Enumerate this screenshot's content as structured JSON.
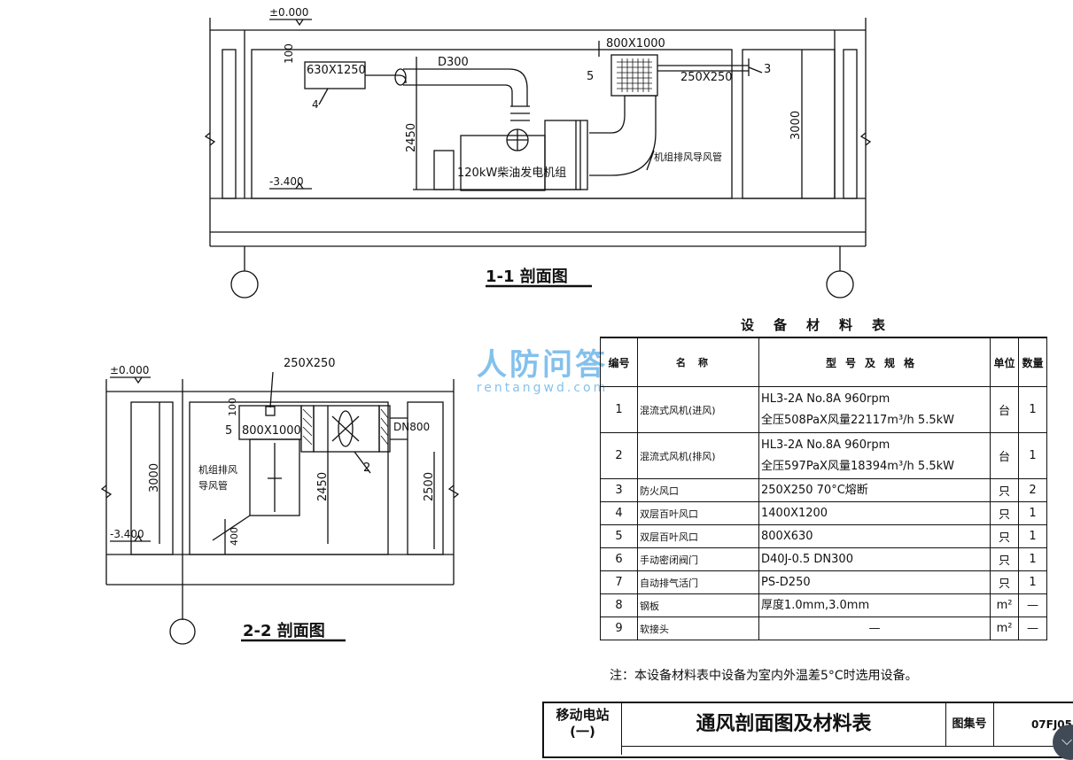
{
  "section_1": {
    "title": "1-1 剖面图",
    "level_top": "±0.000",
    "level_bottom": "-3.400",
    "dim_top": "100",
    "dim_height": "2450",
    "dim_room": "3000",
    "duct_630": "630X1250",
    "pipe_d300": "D300",
    "duct_800": "800X1000",
    "duct_250": "250X250",
    "callout_3": "3",
    "callout_4": "4",
    "callout_5": "5",
    "generator": "120kW柴油发电机组",
    "exhaust_note": "机组排风导风管"
  },
  "section_2": {
    "title": "2-2 剖面图",
    "level_top": "±0.000",
    "level_bottom": "-3.400",
    "duct_250": "250X250",
    "duct_800": "800X1000",
    "dn800": "DN800",
    "callout_2": "2",
    "callout_5": "5",
    "dim_100": "100",
    "dim_3000": "3000",
    "dim_2450": "2450",
    "dim_2500": "2500",
    "dim_400": "400",
    "exhaust_note_1": "机组排风",
    "exhaust_note_2": "导风管"
  },
  "watermark": {
    "main": "人防问答",
    "sub": "rentangwd.com"
  },
  "table": {
    "title": "设备材料表",
    "headers": {
      "no": "编号",
      "name": "名称",
      "spec": "型号及规格",
      "unit": "单位",
      "qty": "数量"
    },
    "rows": [
      {
        "no": "1",
        "name": "混流式风机(进风)",
        "spec_line1": "HL3-2A No.8A        960rpm",
        "spec_line2": "全压508PaX风量22117m³/h      5.5kW",
        "unit": "台",
        "qty": "1"
      },
      {
        "no": "2",
        "name": "混流式风机(排风)",
        "spec_line1": "HL3-2A No.8A        960rpm",
        "spec_line2": "全压597PaX风量18394m³/h      5.5kW",
        "unit": "台",
        "qty": "1"
      },
      {
        "no": "3",
        "name": "防火风口",
        "spec_line1": "250X250  70°C熔断",
        "spec_line2": "",
        "unit": "只",
        "qty": "2"
      },
      {
        "no": "4",
        "name": "双层百叶风口",
        "spec_line1": "1400X1200",
        "spec_line2": "",
        "unit": "只",
        "qty": "1"
      },
      {
        "no": "5",
        "name": "双层百叶风口",
        "spec_line1": "800X630",
        "spec_line2": "",
        "unit": "只",
        "qty": "1"
      },
      {
        "no": "6",
        "name": "手动密闭阀门",
        "spec_line1": "D40J-0.5    DN300",
        "spec_line2": "",
        "unit": "只",
        "qty": "1"
      },
      {
        "no": "7",
        "name": "自动排气活门",
        "spec_line1": "PS-D250",
        "spec_line2": "",
        "unit": "只",
        "qty": "1"
      },
      {
        "no": "8",
        "name": "钢板",
        "spec_line1": "厚度1.0mm,3.0mm",
        "spec_line2": "",
        "unit": "m²",
        "qty": "—"
      },
      {
        "no": "9",
        "name": "软接头",
        "spec_line1": "—",
        "spec_line2": "",
        "unit": "m²",
        "qty": "—"
      }
    ]
  },
  "note": "注：本设备材料表中设备为室内外温差5°C时选用设备。",
  "title_block": {
    "station": "移动电站\n(一)",
    "title": "通风剖面图及材料表",
    "label": "图集号",
    "number": "07FJ05"
  }
}
